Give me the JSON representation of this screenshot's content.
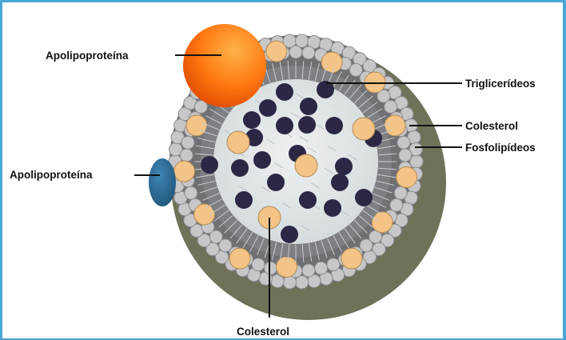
{
  "diagram": {
    "labels": {
      "apolipoproteina_top": "Apolipoproteína",
      "apolipoproteina_left": "Apolipoproteína",
      "trigliceridos": "Triglicerídeos",
      "colesterol_right": "Colesterol",
      "fosfolipidos": "Fosfolipídeos",
      "colesterol_bottom": "Colesterol"
    },
    "colors": {
      "frame": "#4aa6d6",
      "shadow": "#6f7158",
      "membrane": "#6f7073",
      "phospholipid_head": "#c7c7c9",
      "core": "#dfe4e6",
      "triglyceride": "#2b2744",
      "cholesterol": "#f4c486",
      "apolipoprotein_orange": "#ff7a12",
      "apolipoprotein_blue": "#2c6f9a"
    }
  }
}
